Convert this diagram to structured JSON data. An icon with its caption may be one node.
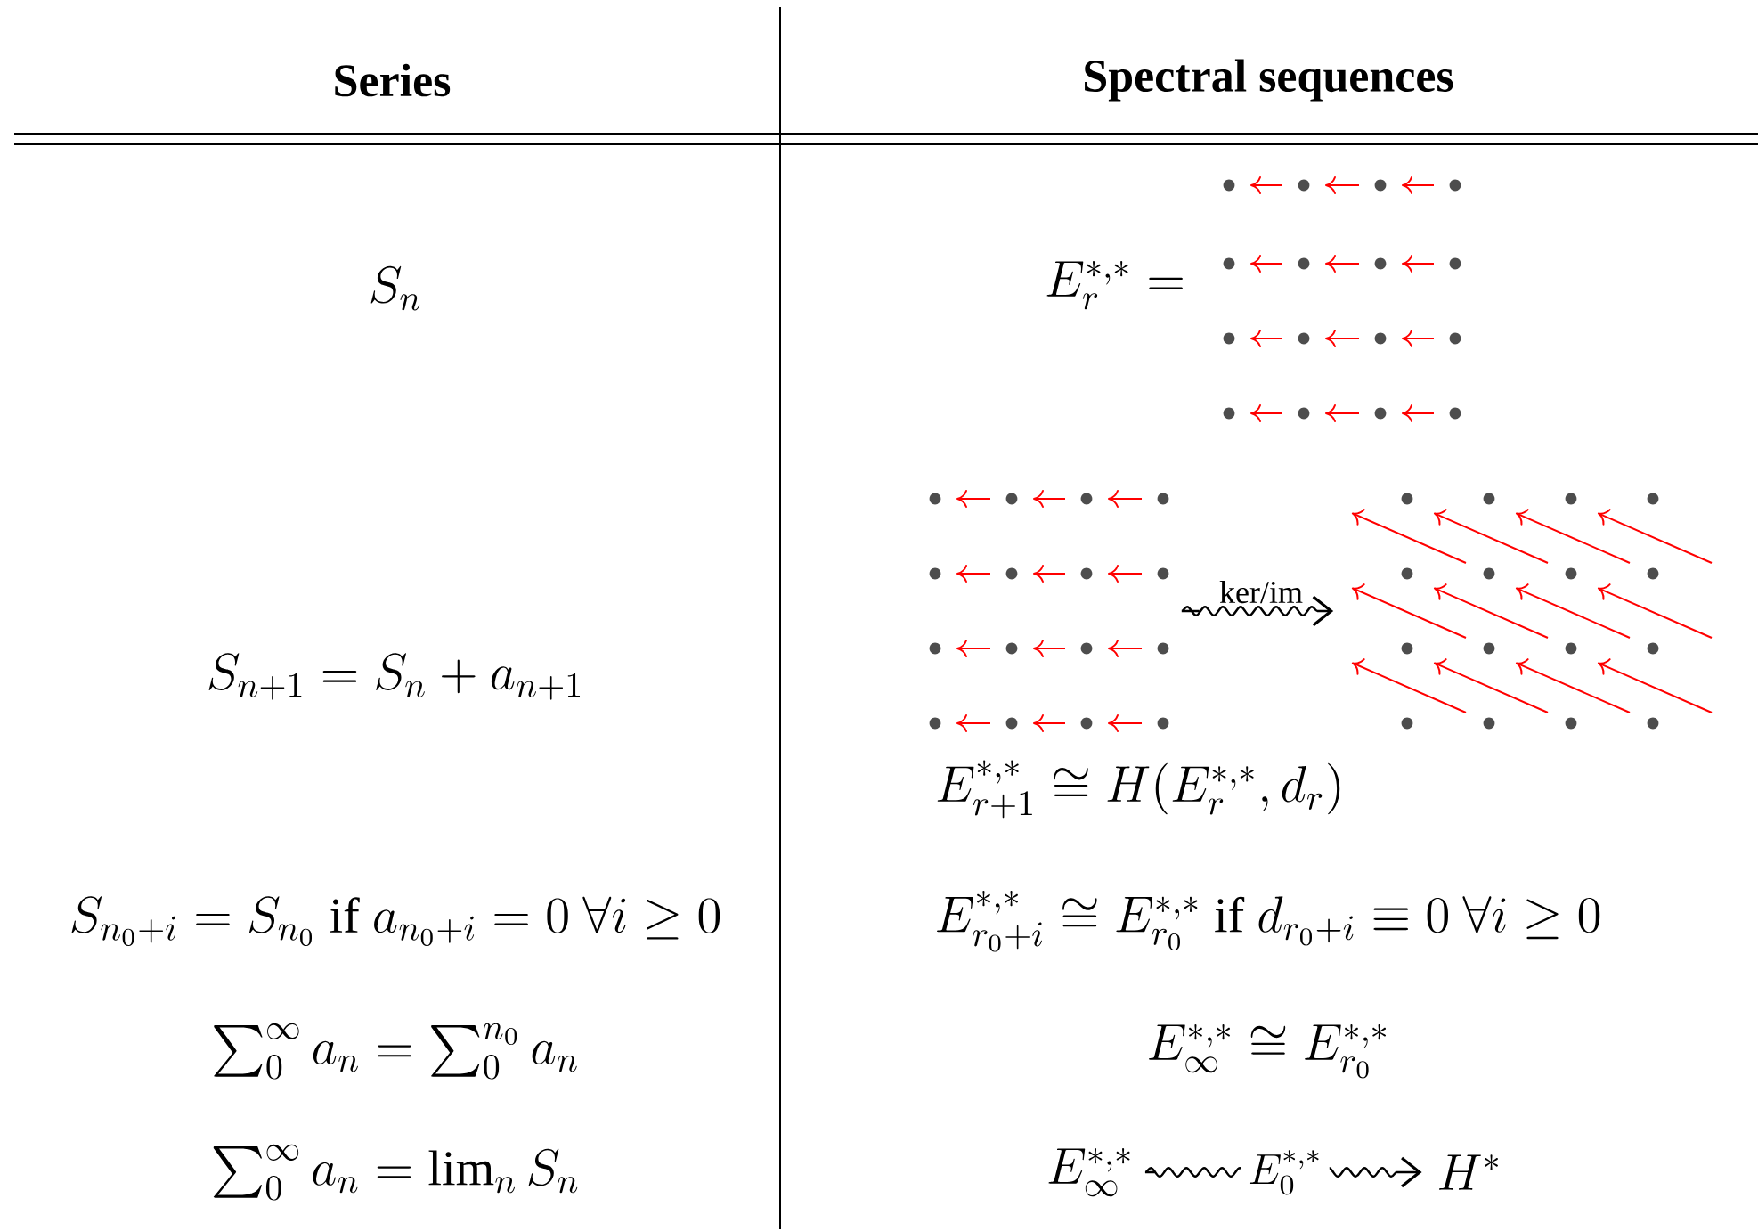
{
  "diagram": {
    "nodes": [
      {
        "text": [],
        "shape": "picture"
      },
      {
        "text": [],
        "shape": "picture"
      },
      {
        "text": [
          "E_\\infty^{*,*}"
        ]
      },
      {
        "text": [
          "H^*"
        ]
      }
    ],
    "edges": [
      {
        "from": 0,
        "to": 1,
        "arrow": "to",
        "label": "ker/im"
      },
      {
        "from": 2,
        "to": 3,
        "arrow": "to",
        "label": "E_0^{*,*}"
      }
    ],
    "labels": [
      "Series",
      "Spectral sequences",
      "S_n",
      "E_r^{*,*} =",
      "S_{n+1} = S_n + a_{n+1}",
      "E_{r+1}^{*,*} \\cong H(E_r^{*,*}, d_r)",
      "S_{n_0+i} = S_{n_0} \\text{ if } a_{n_0+i} = 0 \\ \\forall i \\geq 0",
      "E_{r_0+i}^{*,*} \\cong E_{r_0}^{*,*} \\text{ if } d_{r_0+i} \\equiv 0 \\ \\forall i \\geq 0",
      "\\sum_0^\\infty a_n = \\sum_0^{n_0} a_n",
      "E_\\infty^{*,*} \\cong E_{r_0}^{*,*}",
      "\\sum_0^\\infty a_n = \\lim_n S_n"
    ]
  }
}
